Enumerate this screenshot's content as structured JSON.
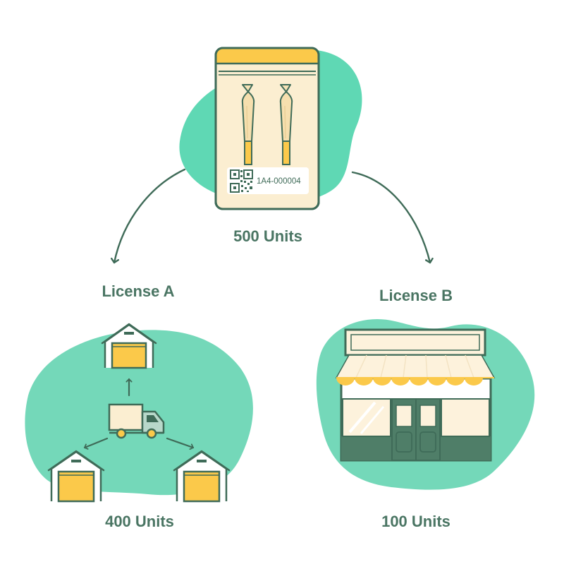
{
  "package": {
    "tag_id": "1A4-000004",
    "units_label": "500 Units"
  },
  "branch_a": {
    "license_label": "License A",
    "units_label": "400 Units"
  },
  "branch_b": {
    "license_label": "License B",
    "units_label": "100 Units"
  },
  "colors": {
    "blob": "#72d6b8",
    "dark": "#3f6b58",
    "pouch": "#fbeed1",
    "yellow": "#fbc94a",
    "cream": "#fdf2dc",
    "text": "#4a7563"
  },
  "icons": [
    "pouch-icon",
    "qr-code-icon",
    "warehouse-icon",
    "delivery-truck-icon",
    "storefront-icon",
    "arrow-icon"
  ]
}
